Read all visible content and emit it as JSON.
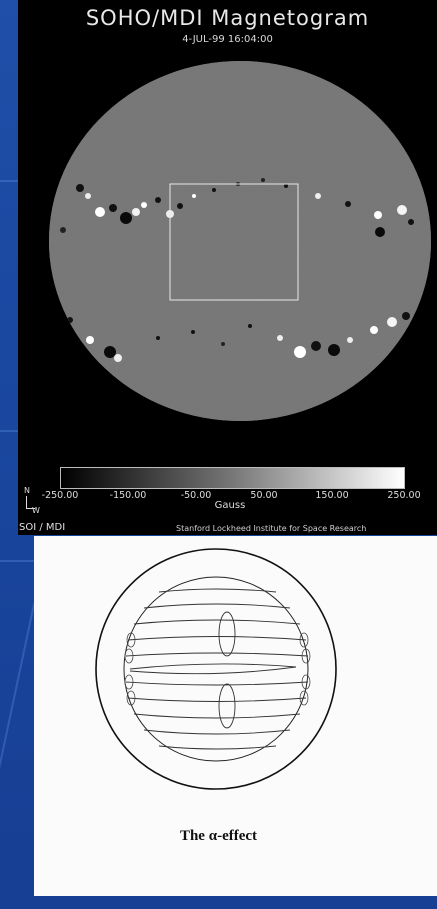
{
  "magnetogram": {
    "title": "SOHO/MDI Magnetogram",
    "date": "4-JUL-99   16:04:00",
    "colorbar": {
      "ticks": [
        "-250.00",
        "-150.00",
        "-50.00",
        "50.00",
        "150.00",
        "250.00"
      ],
      "unit": "Gauss"
    },
    "orientation": {
      "north": "N",
      "west": "W"
    },
    "credit_left": "SOI / MDI",
    "credit_right": "Stanford Lockheed Institute for Space Research"
  },
  "diagram": {
    "caption": "The   α-effect"
  },
  "colors": {
    "slide_background": "#1a47a0",
    "magnetogram_background": "#000000",
    "sun_disk": "#7d7d7d",
    "diagram_background": "#fbfbfb"
  }
}
